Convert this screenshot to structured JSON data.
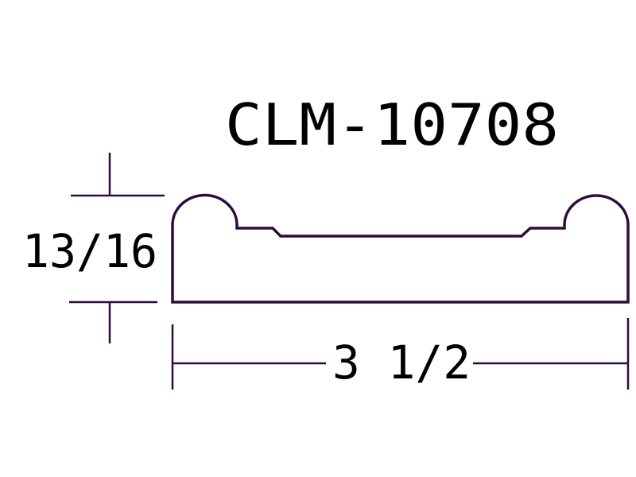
{
  "title": "CLM-10708",
  "dimensions": {
    "height_label": "13/16",
    "width_label": "3 1/2"
  },
  "colors": {
    "profile": "#2e0b3d",
    "dimension_lines": "#2e0b3d",
    "text": "#000000",
    "background": "#ffffff"
  }
}
